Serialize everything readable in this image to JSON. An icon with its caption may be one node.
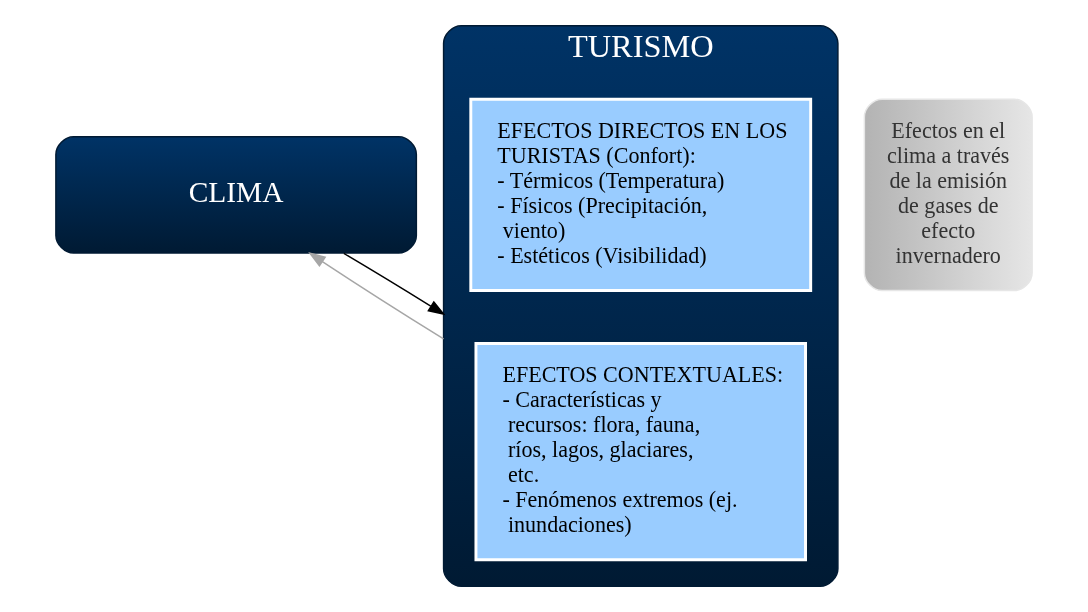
{
  "diagram": {
    "nodes": [
      {
        "text": [
          "CLIMA"
        ]
      },
      {
        "text": [
          "TURISMO"
        ]
      },
      {
        "text": [
          "EFECTOS DIRECTOS EN LOS TURISTAS (Confort):",
          "- Térmicos (Temperatura)",
          "- Físicos (Precipitación, viento)",
          "- Estéticos (Visibilidad)"
        ],
        "in": 1
      },
      {
        "text": [
          "EFECTOS CONTEXTUALES:",
          "- Características y recursos: flora, fauna, ríos, lagos, glaciares, etc.",
          "- Fenómenos extremos (ej. inundaciones)"
        ],
        "in": 1
      },
      {
        "text": [
          "Efectos en el clima a través de la emisión de gases de efecto invernadero"
        ]
      }
    ],
    "edges": [
      {
        "from": 0,
        "to": 1,
        "arrow": "to"
      },
      {
        "from": 1,
        "to": 0,
        "arrow": "to",
        "color": "#a6a6a6"
      }
    ]
  }
}
